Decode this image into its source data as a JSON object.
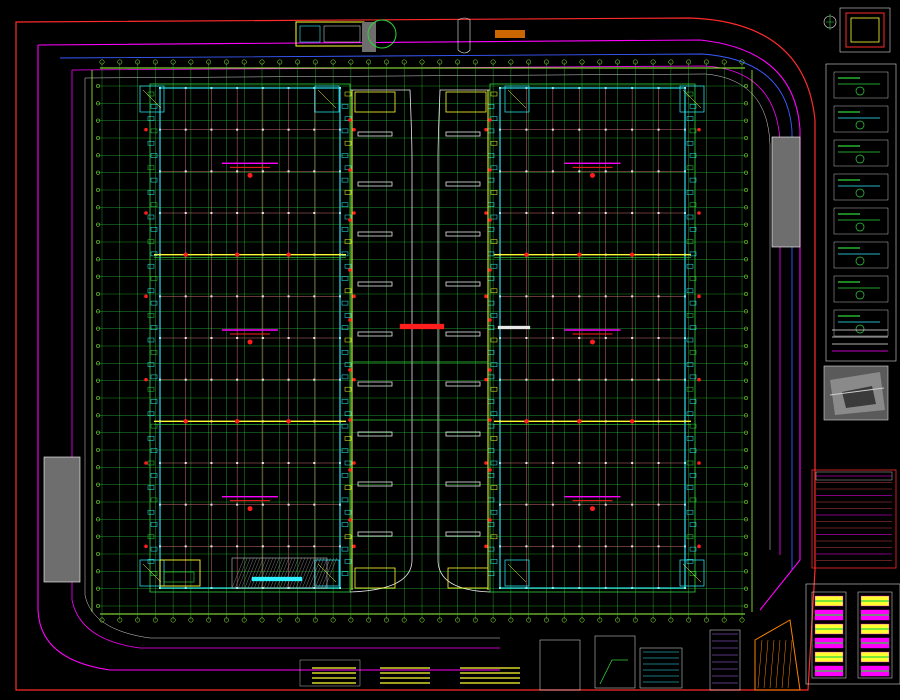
{
  "drawing": {
    "background": "#000000",
    "colors": {
      "boundary": "#ff2a2a",
      "road": "#ff00ff",
      "blue_line": "#3a5bff",
      "grid_green": "#2fd43a",
      "axis_green": "#9cff3a",
      "column_grid": "#d07070",
      "wall_yellow": "#ffff30",
      "cyan": "#2ef2ff",
      "red_point": "#ff1e1e",
      "white": "#e8e8e8",
      "gray_fill": "#6e6e6e"
    },
    "warehouse_blocks": 2,
    "bays_per_block": 3,
    "central_loading_doors_per_side": 9,
    "note_panels": [
      "legend-panel",
      "photo-panel",
      "notes-table",
      "section-details"
    ]
  }
}
